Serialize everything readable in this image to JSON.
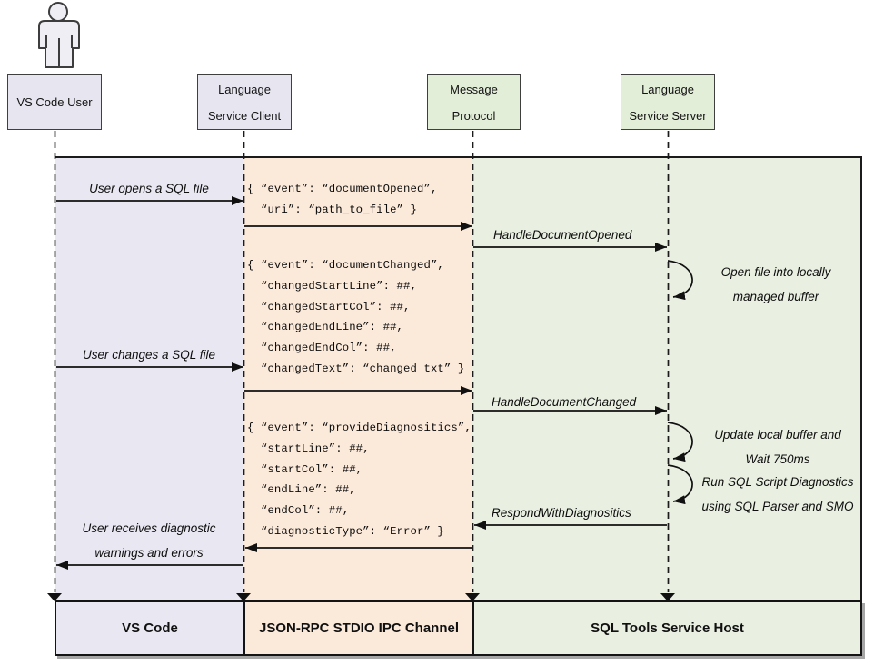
{
  "colors": {
    "lane_vscode": "#E9E8F2",
    "lane_channel": "#FBE9DA",
    "lane_host": "#E9F0E2",
    "actor_box_purple": "#E6E5F0",
    "actor_box_green": "#E3EED9",
    "line": "#1B1B1B"
  },
  "actors": [
    {
      "label": "VS Code User"
    },
    {
      "line1": "Language",
      "line2": "Service Client"
    },
    {
      "line1": "Message",
      "line2": "Protocol"
    },
    {
      "line1": "Language",
      "line2": "Service Server"
    }
  ],
  "messages": {
    "user_opens": "User opens a SQL file",
    "user_changes": "User changes a SQL file",
    "user_receives_1": "User receives diagnostic",
    "user_receives_2": "warnings and errors",
    "handle_document_opened": "HandleDocumentOpened",
    "handle_document_changed": "HandleDocumentChanged",
    "respond_with_diagnostics": "RespondWithDiagnositics"
  },
  "json_blocks": {
    "document_opened": [
      "{ “event”: “documentOpened”,",
      "  “uri”: “path_to_file” }"
    ],
    "document_changed": [
      "{ “event”: “documentChanged”,",
      "  “changedStartLine”: ##,",
      "  “changedStartCol”: ##,",
      "  “changedEndLine”: ##,",
      "  “changedEndCol”: ##,",
      "  “changedText”: “changed txt” }"
    ],
    "provide_diagnostics": [
      "{ “event”: “provideDiagnositics”,",
      "  “startLine”: ##,",
      "  “startCol”: ##,",
      "  “endLine”: ##,",
      "  “endCol”: ##,",
      "  “diagnosticType”: “Error” }"
    ]
  },
  "loop_notes": [
    {
      "line1": "Open file into locally",
      "line2": "managed buffer"
    },
    {
      "line1": "Update local buffer and",
      "line2": "Wait 750ms"
    },
    {
      "line1": "Run SQL Script Diagnostics",
      "line2": "using SQL Parser and SMO"
    }
  ],
  "footer": [
    "VS Code",
    "JSON-RPC STDIO IPC Channel",
    "SQL Tools Service Host"
  ]
}
